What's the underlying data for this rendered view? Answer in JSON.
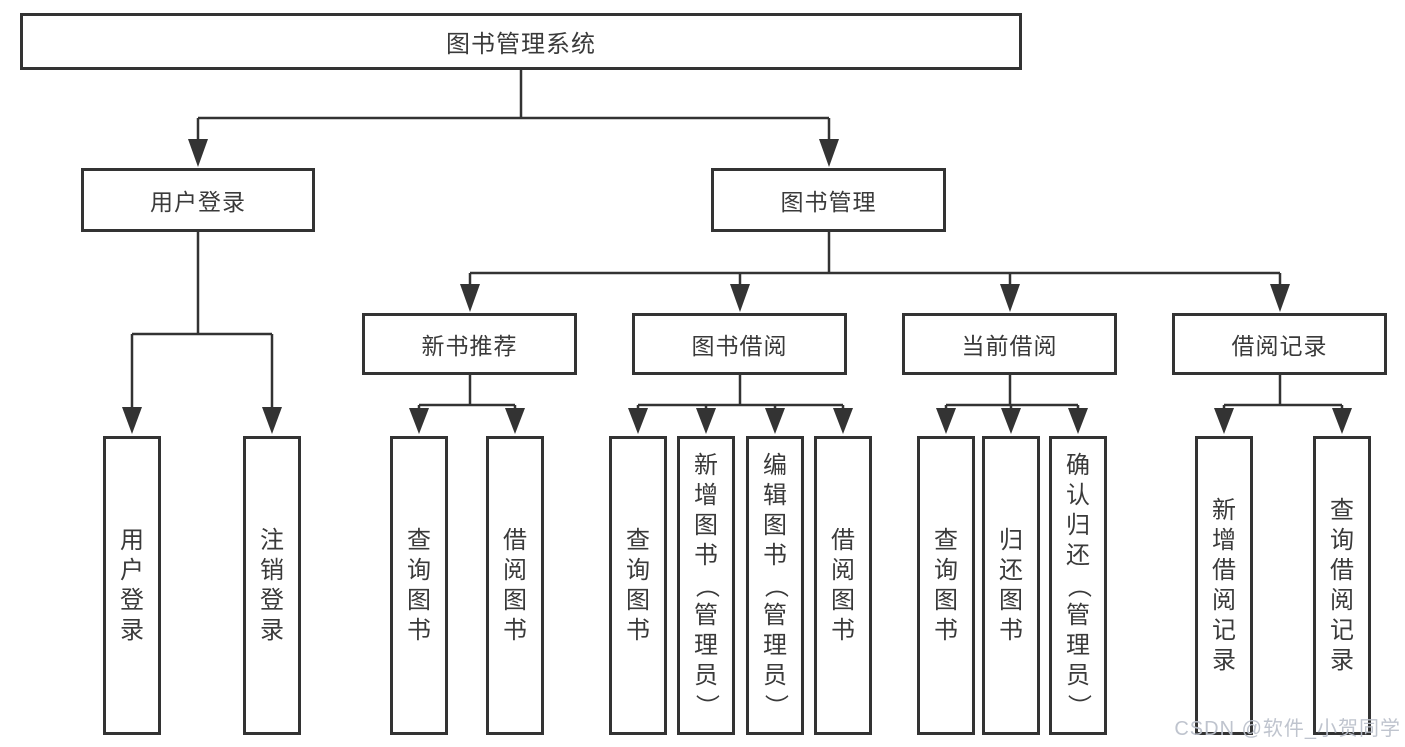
{
  "diagram": {
    "root": "图书管理系统",
    "level2": {
      "login": "用户登录",
      "mgmt": "图书管理"
    },
    "level3": {
      "newbook": "新书推荐",
      "borrow": "图书借阅",
      "current": "当前借阅",
      "records": "借阅记录"
    },
    "leaves": {
      "login": [
        "用户登录",
        "注销登录"
      ],
      "newbook": [
        "查询图书",
        "借阅图书"
      ],
      "borrow": [
        "查询图书",
        "新增图书（管理员）",
        "编辑图书（管理员）",
        "借阅图书"
      ],
      "current": [
        "查询图书",
        "归还图书",
        "确认归还（管理员）"
      ],
      "records": [
        "新增借阅记录",
        "查询借阅记录"
      ]
    }
  },
  "watermark": "CSDN @软件_小贺同学",
  "colors": {
    "line": "#333333",
    "text": "#3a3a3a",
    "watermark": "#bcc1cb"
  }
}
